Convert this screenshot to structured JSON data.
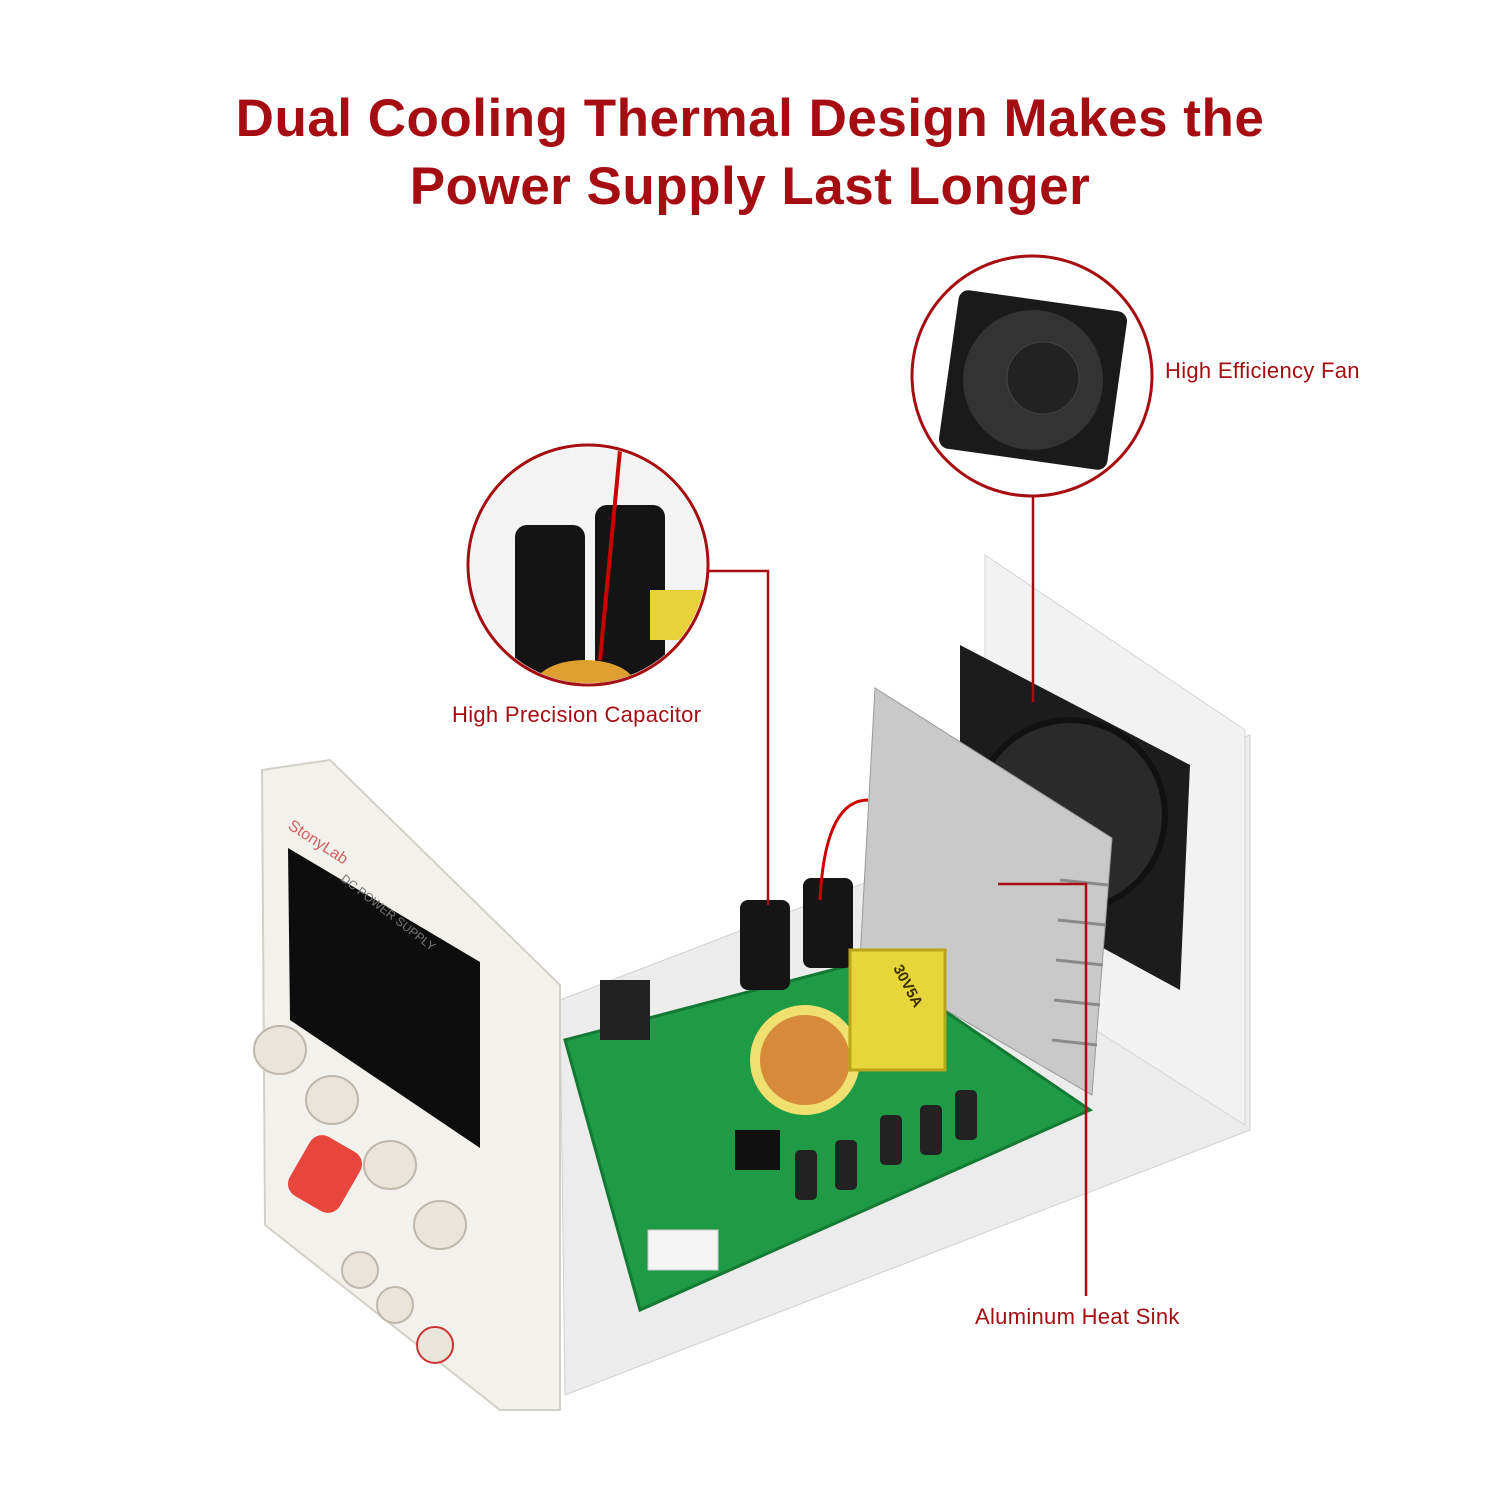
{
  "headline": {
    "line1": "Dual Cooling Thermal Design Makes the",
    "line2": "Power Supply Last Longer"
  },
  "callouts": {
    "fan": "High Efficiency Fan",
    "capacitor": "High Precision Capacitor",
    "heat_sink": "Aluminum Heat Sink"
  },
  "product": {
    "brand": "StonyLab",
    "panel_text": "DC POWER SUPPLY",
    "transformer_marking": "30V5A"
  },
  "colors": {
    "accent": "#a50d12",
    "pcb": "#1f9a45",
    "chassis": "#eeeeee"
  }
}
